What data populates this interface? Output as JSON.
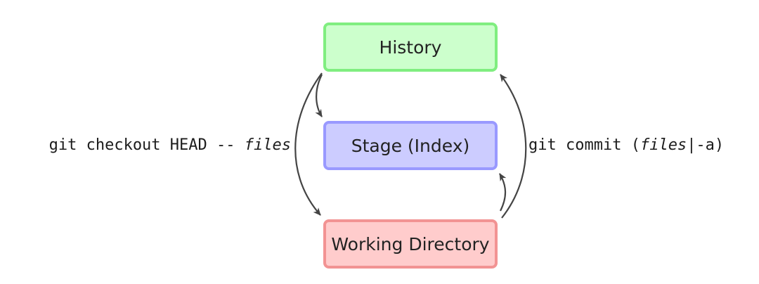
{
  "nodes": {
    "history": "History",
    "stage": "Stage (Index)",
    "working_directory": "Working Directory"
  },
  "commands": {
    "checkout_prefix": "git checkout HEAD -- ",
    "checkout_files": "files",
    "commit_prefix": "git commit (",
    "commit_files": "files",
    "commit_suffix": "|-a)"
  },
  "colors": {
    "history_fill": "#ccffcc",
    "history_border": "#80ee80",
    "stage_fill": "#ccccff",
    "stage_border": "#9999ff",
    "working_fill": "#ffcccc",
    "working_border": "#f29393",
    "arrow": "#444444"
  }
}
